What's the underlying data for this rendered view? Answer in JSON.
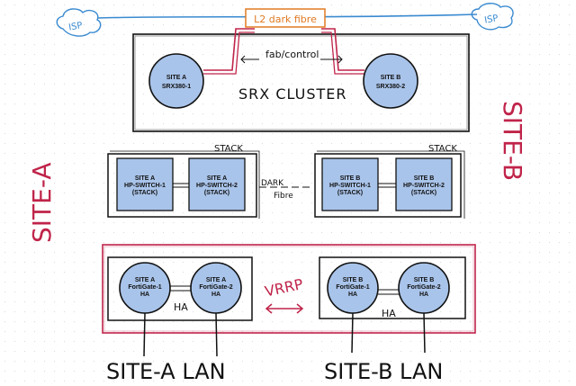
{
  "clouds": {
    "left": "ISP",
    "right": "ISP"
  },
  "top": {
    "dark_fibre_label": "L2 dark fibre",
    "link_label": "fab/control",
    "cluster_label": "SRX CLUSTER",
    "srx_a": {
      "line1": "SITE A",
      "line2": "SRX380-1"
    },
    "srx_b": {
      "line1": "SITE B",
      "line2": "SRX380-2"
    }
  },
  "side_labels": {
    "left": "SITE-A",
    "right": "SITE-B"
  },
  "switches": {
    "stack_label": "STACK",
    "dark_fibre_line1": "DARK",
    "dark_fibre_line2": "Fibre",
    "a1": [
      "SITE A",
      "HP-SWITCH-1",
      "(STACK)"
    ],
    "a2": [
      "SITE A",
      "HP-SWITCH-2",
      "(STACK)"
    ],
    "b1": [
      "SITE B",
      "HP-SWITCH-1",
      "(STACK)"
    ],
    "b2": [
      "SITE B",
      "HP-SWITCH-2",
      "(STACK)"
    ]
  },
  "fortigates": {
    "vrrp_label": "VRRP",
    "ha_label": "HA",
    "a1": [
      "SITE A",
      "FortiGate-1",
      "HA"
    ],
    "a2": [
      "SITE A",
      "FortiGate-2",
      "HA"
    ],
    "b1": [
      "SITE B",
      "FortiGate-1",
      "HA"
    ],
    "b2": [
      "SITE B",
      "FortiGate-2",
      "HA"
    ]
  },
  "lan_labels": {
    "a": "SITE-A LAN",
    "b": "SITE-B LAN"
  },
  "colors": {
    "node_fill": "#a9c4ea",
    "ink": "#111111",
    "red": "#c0244a",
    "orange": "#e07a22",
    "blue": "#3a8ad0"
  }
}
